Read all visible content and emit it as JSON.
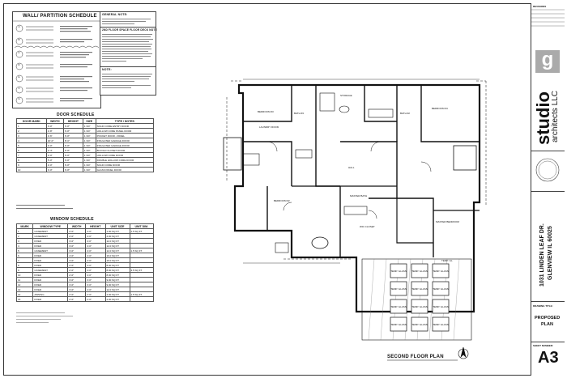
{
  "wall_schedule": {
    "title": "WALL/ PARTITION SCHEDULE",
    "rows": [
      "A",
      "B",
      "C",
      "D",
      "E",
      "F",
      "G"
    ]
  },
  "notes": {
    "general_title": "GENERAL NOTE:",
    "floor_title": "2ND FLOOR SPACE FLOOR DECK NOTE",
    "note_title": "NOTE:"
  },
  "door_schedule": {
    "title": "DOOR SCHEDULE",
    "headers": [
      "DOOR MARK",
      "WIDTH",
      "HEIGHT",
      "SIZE",
      "TYPE / NOTES"
    ],
    "rows": [
      [
        "1",
        "3'-0\"",
        "6'-8\"",
        "1 3/4\"",
        "SOLID CORE ENTRY DOOR"
      ],
      [
        "2",
        "2'-8\"",
        "6'-8\"",
        "1 3/4\"",
        "HOLLOW CORE PANEL DOOR"
      ],
      [
        "3",
        "2'-6\"",
        "6'-8\"",
        "1 3/4\"",
        "POCKET DOOR - PANEL"
      ],
      [
        "4",
        "16'-0\"",
        "8'-0\"",
        "1 3/4\"",
        "INSULATED GARAGE DOOR"
      ],
      [
        "5",
        "3'-0\"",
        "6'-8\"",
        "1 3/4\"",
        "INSULATED GARAGE DOOR"
      ],
      [
        "6",
        "2'-4\"",
        "6'-8\"",
        "1 3/4\"",
        "BI-FOLD CLOSET DOOR"
      ],
      [
        "7",
        "2'-0\"",
        "6'-8\"",
        "1 3/4\"",
        "HOLLOW CORE DOOR"
      ],
      [
        "8",
        "5'-0\"",
        "6'-8\"",
        "1 3/4\"",
        "DOUBLE HOLLOW CORE DOOR"
      ],
      [
        "9",
        "2'-0\"",
        "6'-8\"",
        "1 3/4\"",
        "SOLID CORE DOOR"
      ],
      [
        "10",
        "3'-0\"",
        "6'-8\"",
        "1 3/4\"",
        "GLASS PANEL DOOR"
      ]
    ]
  },
  "window_schedule": {
    "title": "WINDOW SCHEDULE",
    "headers": [
      "MARK",
      "WINDOW TYPE",
      "WIDTH",
      "HEIGHT",
      "UNIT SIZE",
      "UNIT DIM."
    ],
    "rows": [
      [
        "1",
        "CASEMENT",
        "2'-0\"",
        "4'-0\"",
        "1.00 SQ FT",
        "1.5 SQ FT"
      ],
      [
        "2",
        "CASEMENT",
        "2'-0\"",
        "4'-0\"",
        "4.00 SQ FT",
        ""
      ],
      [
        "3",
        "FIXED",
        "3'-0\"",
        "4'-0\"",
        "12.0 SQ FT",
        ""
      ],
      [
        "4",
        "FIXED",
        "3'-0\"",
        "4'-0\"",
        "12.0 SQ FT",
        ""
      ],
      [
        "5",
        "CASEMENT",
        "3'-0\"",
        "4'-0\"",
        "12.0 SQ FT",
        "1.5 SQ FT"
      ],
      [
        "6",
        "FIXED",
        "4'-0\"",
        "4'-0\"",
        "16.0 SQ FT",
        ""
      ],
      [
        "7",
        "FIXED",
        "4'-0\"",
        "4'-0\"",
        "16.0 SQ FT",
        ""
      ],
      [
        "8",
        "FIXED",
        "2'-0\"",
        "4'-0\"",
        "8.00 SQ FT",
        ""
      ],
      [
        "9",
        "CASEMENT",
        "2'-0\"",
        "4'-0\"",
        "8.00 SQ FT",
        "3.5 SQ FT"
      ],
      [
        "10",
        "FIXED",
        "2'-0\"",
        "4'-0\"",
        "8.00 SQ FT",
        ""
      ],
      [
        "11",
        "FIXED",
        "3'-0\"",
        "3'-0\"",
        "9.00 SQ FT",
        ""
      ],
      [
        "12",
        "FIXED",
        "3'-0\"",
        "3'-0\"",
        "9.00 SQ FT",
        ""
      ],
      [
        "13",
        "FIXED",
        "3'-0\"",
        "4'-0\"",
        "12.0 SQ FT",
        ""
      ],
      [
        "14",
        "AWNING",
        "2'-0\"",
        "2'-0\"",
        "4.00 SQ FT",
        "1.5 SQ FT"
      ],
      [
        "15",
        "FIXED",
        "2'-0\"",
        "2'-0\"",
        "4.00 SQ FT",
        ""
      ]
    ]
  },
  "plan": {
    "title": "SECOND FLOOR PLAN",
    "rooms": {
      "bedroom2": "BEDROOM #2",
      "bedroom3": "BEDROOM #3",
      "bedroom4": "BEDROOM #4",
      "laundry": "LAUNDRY ROOM",
      "bath2": "BATH #2",
      "bath3": "BATH #3",
      "master_bath": "MASTER BATH",
      "master_bedroom": "MASTER BEDROOM",
      "wic": "WIC CLOSET",
      "hall": "HALL",
      "storage": "STORAGE",
      "temp_gl": "TEMP. GL."
    },
    "skylight_label": "TEMP. GLASS"
  },
  "title_block": {
    "revisions": "REVISIONS",
    "logo_letter": "g",
    "firm": "studio",
    "firm_sub": "architects LLC",
    "address1": "1031 LINDEN LEAF DR.",
    "address2": "GLENVIEW IL 60025",
    "drawing_title_label": "DRAWING TITLE:",
    "drawing_title_1": "PROPOSED",
    "drawing_title_2": "PLAN",
    "sheet_number_label": "SHEET NUMBER:",
    "sheet_number": "A3"
  }
}
